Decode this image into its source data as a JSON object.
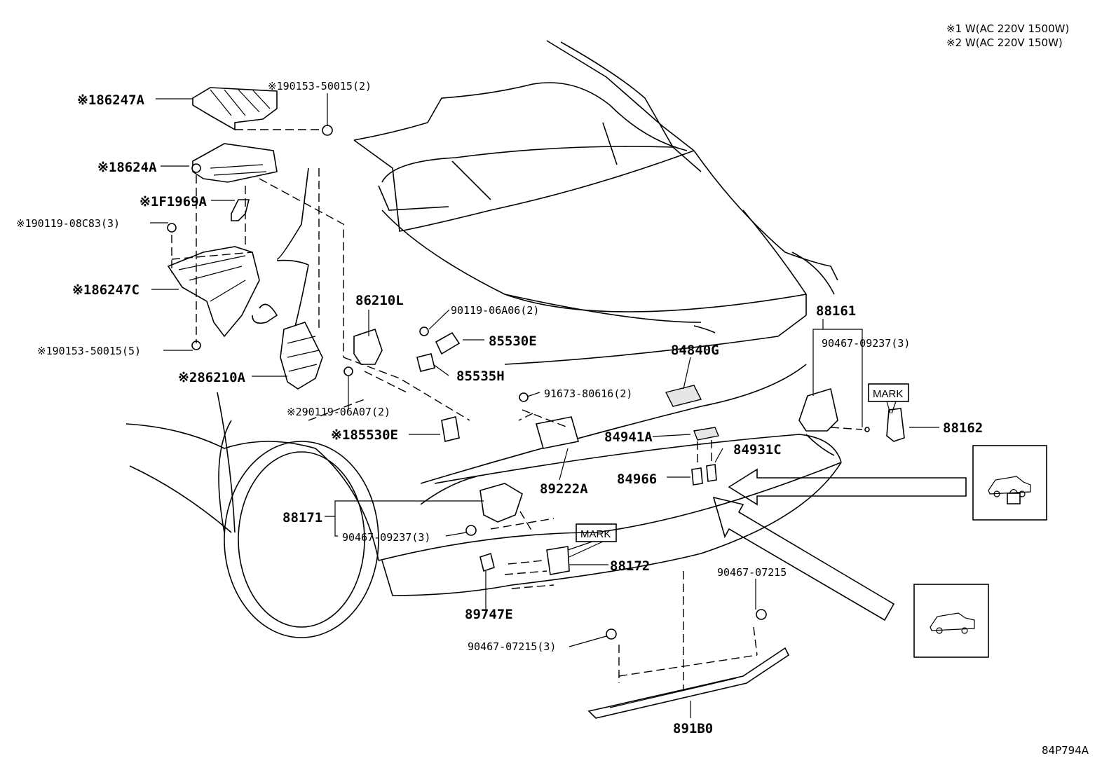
{
  "notes": {
    "note1": "※1 W(AC 220V 1500W)",
    "note2": "※2 W(AC 220V 150W)"
  },
  "drawing_id": "84P794A",
  "parts": {
    "p86247A": "※186247A",
    "p190153_50015_2": "※190153-50015(2)",
    "p18624A": "※18624A",
    "p1F1969A": "※1F1969A",
    "p190119_08C83": "※190119-08C83(3)",
    "p186247C": "※186247C",
    "p190153_50015_5": "※190153-50015(5)",
    "p286210A": "※286210A",
    "p86210L": "86210L",
    "p90119_06A06": "90119-06A06(2)",
    "p85530E": "85530E",
    "p85535H": "85535H",
    "p290119_06A07": "※290119-06A07(2)",
    "p185530E": "※185530E",
    "p91673_80616": "91673-80616(2)",
    "p84840G": "84840G",
    "p88161": "88161",
    "p90467_09237_r": "90467-09237(3)",
    "p88162": "88162",
    "p84941A": "84941A",
    "p84931C": "84931C",
    "p84966": "84966",
    "p89222A": "89222A",
    "p88171": "88171",
    "p90467_09237_l": "90467-09237(3)",
    "p88172": "88172",
    "p89747E": "89747E",
    "p90467_07215": "90467-07215",
    "p90467_07215_3": "90467-07215(3)",
    "p891B0": "891B0"
  },
  "marks": {
    "mark1": "MARK",
    "mark2": "MARK"
  },
  "icons": {
    "lock_icon": "vehicle-lock-icon",
    "unlock_icon": "vehicle-icon"
  }
}
